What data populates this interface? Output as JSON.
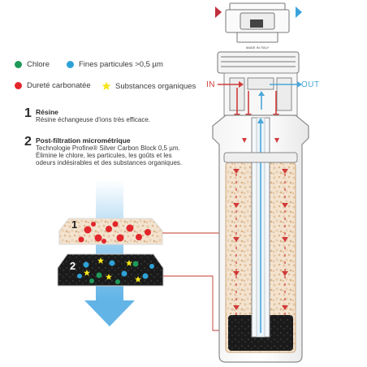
{
  "legend": [
    {
      "label": "Chlore",
      "color": "#1e9a59",
      "shape": "dot"
    },
    {
      "label": "Fines particules >0,5 µm",
      "color": "#2ea2d8",
      "shape": "dot"
    },
    {
      "label": "Dureté carbonatée",
      "color": "#e2262b",
      "shape": "dot"
    },
    {
      "label": "Substances organiques",
      "color": "#f5e51a",
      "shape": "star"
    }
  ],
  "steps": [
    {
      "num": "1",
      "title": "Résine",
      "desc": "Résine échangeuse d'ions très efficace."
    },
    {
      "num": "2",
      "title": "Post-filtration micrométrique",
      "desc_lines": [
        "Technologie Profine® Silver Carbon Block 0,5 µm.",
        "Élimine le chlore, les particules, les goûts et les",
        "odeurs indésirables et des substances organiques."
      ]
    }
  ],
  "layers": [
    {
      "num": "1"
    },
    {
      "num": "2"
    }
  ],
  "flow": {
    "in_label": "IN",
    "out_label": "OUT",
    "in_color": "#d03a3a",
    "out_color": "#4aa6d8"
  },
  "cap_text": "MADE IN ITALY"
}
